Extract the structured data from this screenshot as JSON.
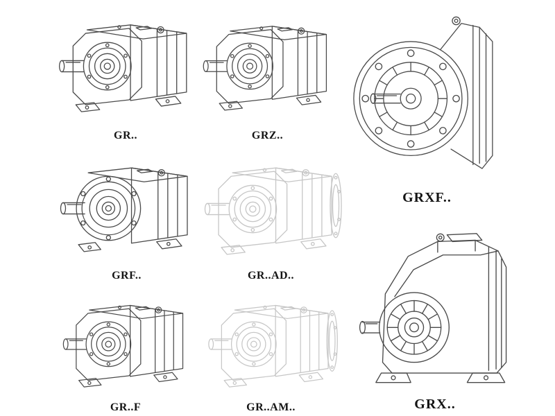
{
  "page": {
    "title": "Helical gear reducer series line drawings",
    "background_color": "#ffffff",
    "stroke_color": "#4a4a4a",
    "light_stroke_color": "#c6c6c6",
    "label_color": "#141414"
  },
  "figures": [
    {
      "label": "GR..",
      "style": "solid",
      "drawing": "foot-mounted gear unit with output shaft"
    },
    {
      "label": "GRZ..",
      "style": "solid",
      "drawing": "foot-mounted gear unit with output shaft"
    },
    {
      "label": "GRXF..",
      "style": "solid",
      "drawing": "flange-mounted gear unit, large front flange"
    },
    {
      "label": "GRF..",
      "style": "solid",
      "drawing": "flange gear unit with output shaft"
    },
    {
      "label": "GR..AD..",
      "style": "light",
      "drawing": "gear unit with input adapter (ghosted)"
    },
    {
      "label": "GRX..",
      "style": "solid",
      "drawing": "large foot-mounted gear unit"
    },
    {
      "label": "GR..F",
      "style": "solid",
      "drawing": "foot/flange gear unit with output shaft"
    },
    {
      "label": "GR..AM..",
      "style": "light",
      "drawing": "gear unit with motor adapter flange (ghosted)"
    }
  ]
}
